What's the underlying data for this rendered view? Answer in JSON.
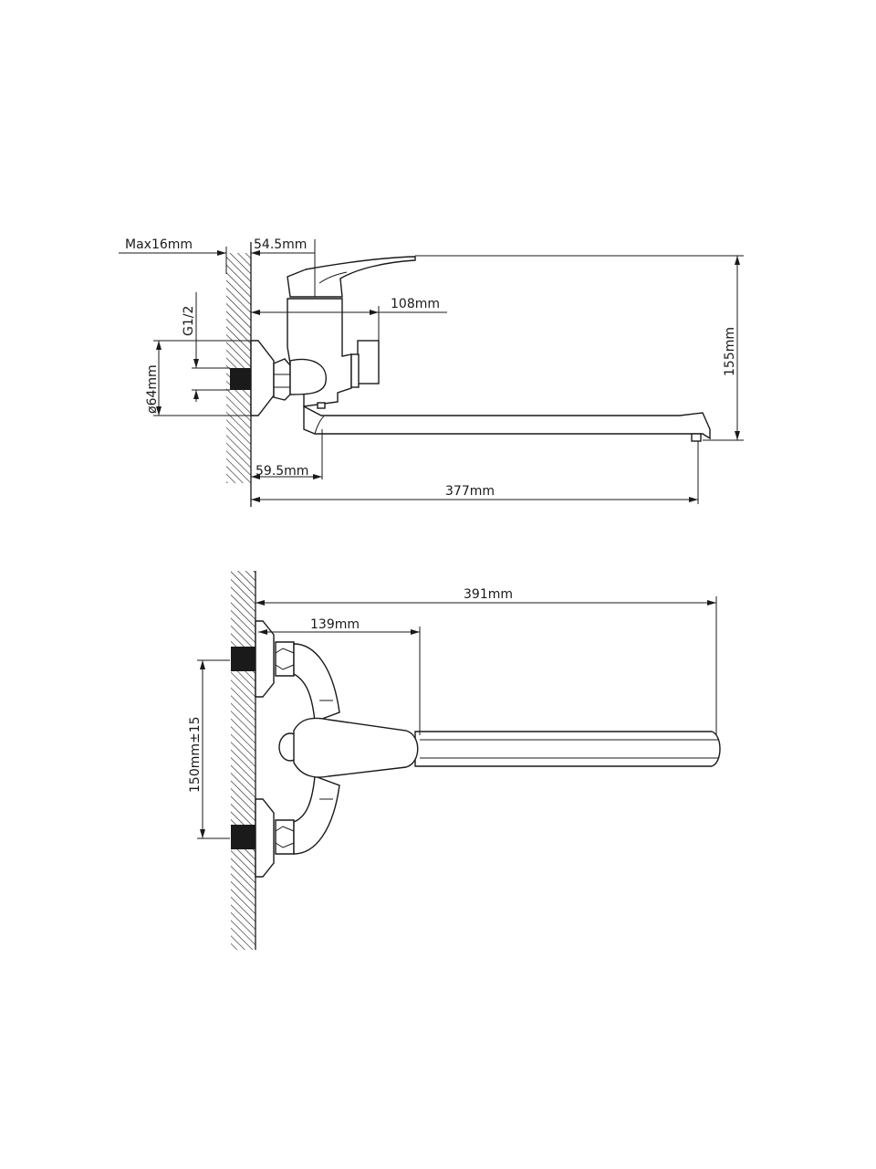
{
  "side_view": {
    "dimensions": {
      "wall_max": "Max16mm",
      "handle_offset": "54.5mm",
      "thread": "G1/2",
      "flange_diameter": "ø64mm",
      "body_depth": "108mm",
      "height": "155mm",
      "spout_offset": "59.5mm",
      "spout_reach": "377mm"
    }
  },
  "top_view": {
    "dimensions": {
      "total_reach": "391mm",
      "lever_reach": "139mm",
      "inlet_spacing": "150mm±15"
    }
  },
  "colors": {
    "line": "#1a1a1a",
    "background": "#ffffff"
  }
}
